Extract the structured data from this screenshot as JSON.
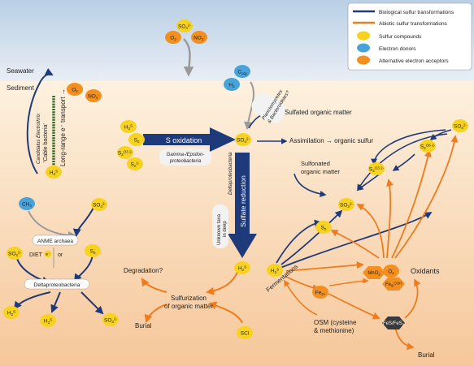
{
  "zones": {
    "seawater": "Seawater",
    "sediment": "Sediment"
  },
  "legend": {
    "biological": "Biological sulfur transformations",
    "abiotic": "Abiotic sulfur transformations",
    "sulfur": "Sulfur compounds",
    "donors": "Electron donors",
    "acceptors": "Alternative electron acceptors"
  },
  "nodes": {
    "so4_top": [
      "SO",
      "4",
      "2-"
    ],
    "o2_top": [
      "O",
      "2",
      ""
    ],
    "no3_top": [
      "NO",
      "3",
      "-"
    ],
    "corg": [
      "C",
      "org",
      ""
    ],
    "h2": [
      "H",
      "2",
      ""
    ],
    "so4_center": [
      "SO",
      "4",
      "2-"
    ],
    "o2_cable": [
      "O",
      "2",
      ""
    ],
    "no3_cable": [
      "NO",
      "3",
      "-"
    ],
    "h2s_cable": [
      "H",
      "2",
      "S"
    ],
    "h2s_left": [
      "H",
      "2",
      "S"
    ],
    "s0_left": [
      "S",
      "0",
      ""
    ],
    "s2o3_left": [
      "S",
      "2",
      "O3 2-"
    ],
    "sn_left": [
      "S",
      "n",
      "2-"
    ],
    "ch4": [
      "CH",
      "4",
      ""
    ],
    "so4_anme": [
      "SO",
      "4",
      "2-"
    ],
    "so3_anme": [
      "SO",
      "3",
      "2-"
    ],
    "s0_anme": [
      "S",
      "0",
      ""
    ],
    "h2s_anme_l": [
      "H",
      "2",
      "S"
    ],
    "h2s_anme_c": [
      "H",
      "2",
      "S"
    ],
    "so3_anme_r": [
      "SO",
      "3",
      "2-"
    ],
    "h2s_center": [
      "H",
      "2",
      "S"
    ],
    "sci": [
      "SCl",
      "",
      ""
    ],
    "h2s_right": [
      "H",
      "2",
      "S"
    ],
    "s0_right": [
      "S",
      "0",
      ""
    ],
    "so3_right": [
      "SO",
      "3",
      "2-"
    ],
    "s2o3_right": [
      "S",
      "2",
      "O3 2-"
    ],
    "s4o6": [
      "S",
      "4",
      "O6 2-"
    ],
    "so4_right": [
      "SO",
      "4",
      "2-"
    ],
    "mno2": [
      "MnO",
      "2",
      ""
    ],
    "o2_right": [
      "O",
      "2",
      ""
    ],
    "feooh": [
      "Fe",
      "III",
      "OOH"
    ],
    "fe2": [
      "Fe",
      "2+",
      ""
    ],
    "fes": [
      "FeS/FeS",
      "2",
      ""
    ]
  },
  "labels": {
    "s_oxidation": "S oxidation",
    "sulfate_reduction": "Sulfate reduction",
    "gamma_epsilon": [
      "Gamma-/Epsilon-",
      "proteobacteria"
    ],
    "deltaproteo_vertical": "Deltaproteobacteria",
    "unknown_taxa": [
      "Unknown taxa",
      "in deep"
    ],
    "planctomycetes": [
      "Planctomycetes",
      "& Bacteroidetes?"
    ],
    "sulfated_om": "Sulfated organic matter",
    "assimilation": "Assimilation → organic sulfur",
    "sulfonated_om": [
      "Sulfonated",
      "organic matter"
    ],
    "cable_bacteria": "'Cable bacteria'",
    "candidatus": "Candidatus Electrothrix",
    "long_range": "Long-range e⁻ transport →",
    "anme": "ANME archaea",
    "diet": "DIET",
    "or": "or",
    "deltaproteobacteria": "Deltaproteobacteria",
    "degradation": "Degradation?",
    "sulfurization": [
      "Sulfurization",
      "of organic matter"
    ],
    "burial_left": "Burial",
    "burial_right": "Burial",
    "fermentations": "Fermentations",
    "osm": [
      "OSM (cysteine",
      "& methionine)"
    ],
    "oxidants": "Oxidants"
  },
  "colors": {
    "biological": "#1f3a7a",
    "abiotic": "#f07b1d",
    "sulfur": "#f7d21e",
    "donor": "#4aa3d8",
    "acceptor": "#f38f1e",
    "cable": "#2d6b22"
  }
}
